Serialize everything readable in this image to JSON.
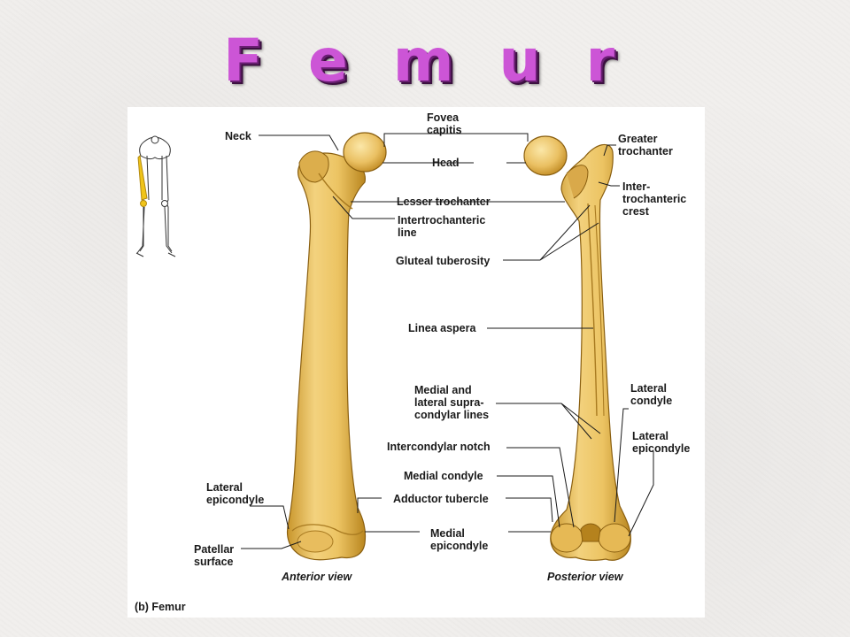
{
  "title": "F e m u r",
  "caption": "(b) Femur",
  "views": {
    "anterior": "Anterior view",
    "posterior": "Posterior view"
  },
  "labels": {
    "neck": "Neck",
    "fovea_capitis": "Fovea\ncapitis",
    "head": "Head",
    "greater_trochanter": "Greater\ntrochanter",
    "lesser_trochanter": "Lesser trochanter",
    "intertrochanteric_crest": "Inter-\ntrochanteric\ncrest",
    "intertrochanteric_line": "Intertrochanteric\nline",
    "gluteal_tuberosity": "Gluteal tuberosity",
    "linea_aspera": "Linea aspera",
    "supracondylar_lines": "Medial and\nlateral supra-\ncondylar lines",
    "lateral_condyle": "Lateral\ncondyle",
    "intercondylar_notch": "Intercondylar notch",
    "lateral_epicondyle_posterior": "Lateral\nepicondyle",
    "medial_condyle": "Medial condyle",
    "lateral_epicondyle_anterior": "Lateral\nepicondyle",
    "adductor_tubercle": "Adductor tubercle",
    "patellar_surface": "Patellar\nsurface",
    "medial_epicondyle": "Medial\nepicondyle"
  },
  "colors": {
    "bone": "#e9c46a",
    "bone_shadow": "#c99a2e",
    "highlight_femur": "#f0c419"
  }
}
